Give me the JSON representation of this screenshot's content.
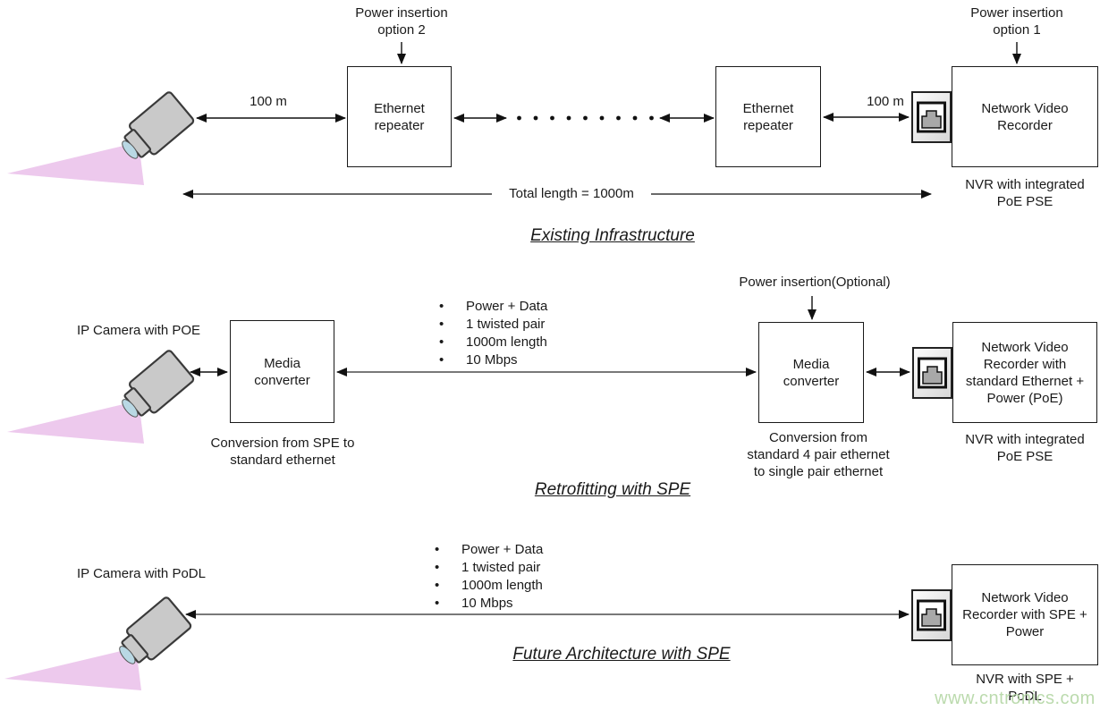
{
  "existing": {
    "title": "Existing Infrastructure",
    "power_option2": "Power insertion\noption 2",
    "power_option1": "Power insertion\noption 1",
    "distance_cam_repeater": "100 m",
    "distance_repeater_nvr": "100 m",
    "repeater1_label": "Ethernet\nrepeater",
    "repeater2_label": "Ethernet\nrepeater",
    "nvr_label": "Network Video\nRecorder",
    "nvr_sublabel": "NVR with integrated\nPoE PSE",
    "total_length": "Total length = 1000m"
  },
  "retrofit": {
    "title": "Retrofitting with SPE",
    "camera_label": "IP Camera with POE",
    "mc1_label": "Media\nconverter",
    "mc1_sublabel": "Conversion from SPE to\nstandard ethernet",
    "link_bullets": [
      "Power + Data",
      "1 twisted pair",
      "1000m length",
      "10 Mbps"
    ],
    "power_optional": "Power insertion(Optional)",
    "mc2_label": "Media\nconverter",
    "mc2_sublabel": "Conversion from\nstandard 4 pair ethernet\nto single pair ethernet",
    "nvr_label": "Network Video\nRecorder with\nstandard Ethernet +\nPower (PoE)",
    "nvr_sublabel": "NVR with integrated\nPoE PSE"
  },
  "future": {
    "title": "Future Architecture with SPE",
    "camera_label": "IP Camera with PoDL",
    "link_bullets": [
      "Power + Data",
      "1 twisted pair",
      "1000m length",
      "10 Mbps"
    ],
    "nvr_label": "Network Video\nRecorder with SPE +\nPower",
    "nvr_sublabel": "NVR with SPE +\nPoDL"
  },
  "watermark": "www.cntronics.com",
  "colors": {
    "camera_body": "#c9c9c9",
    "light_cone": "#edc9ed",
    "watermark_green": "#b4d7a5",
    "line_dark": "#111111",
    "line_gray": "#4d4d4d"
  }
}
